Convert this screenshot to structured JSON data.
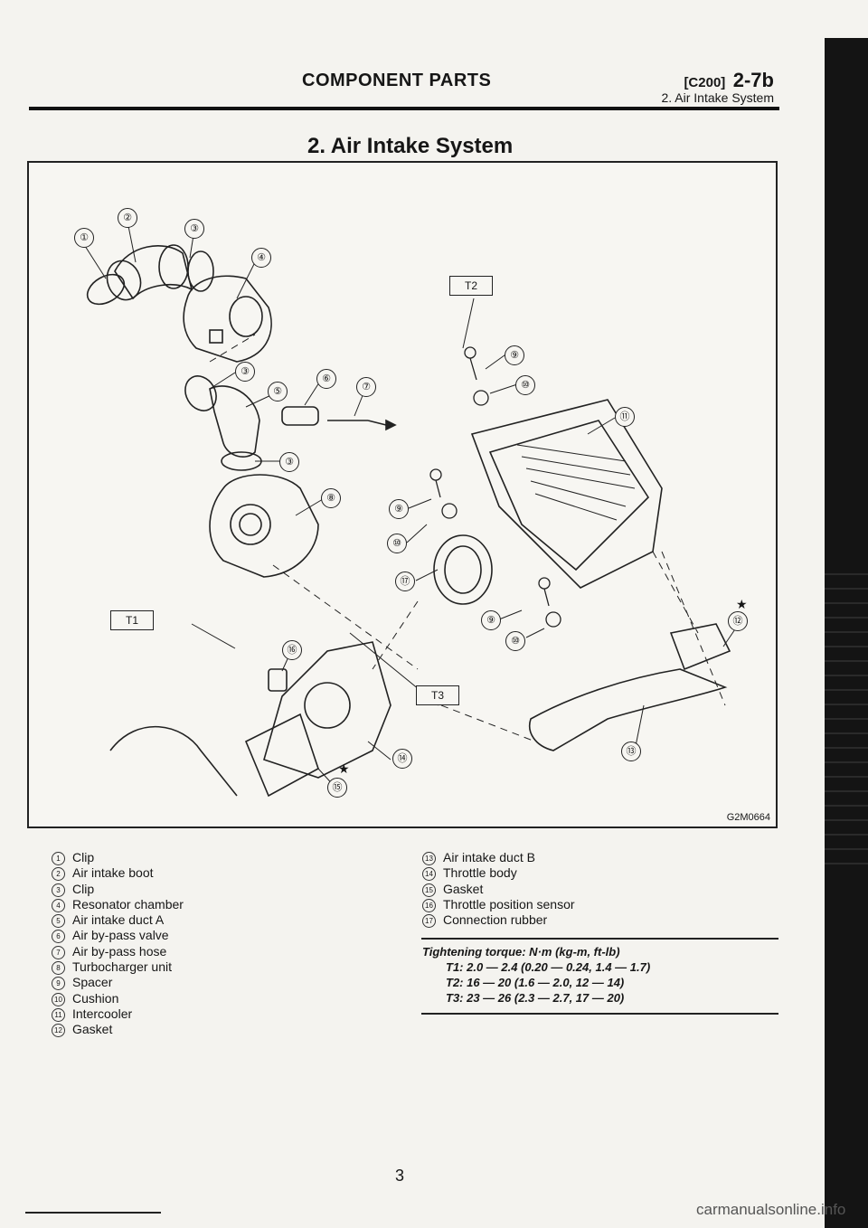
{
  "header": {
    "title": "COMPONENT PARTS",
    "section_code": "[C200]",
    "page_ref": "2-7b",
    "subtitle": "2. Air Intake System"
  },
  "main_title": "2. Air Intake System",
  "figure": {
    "code": "G2M0664",
    "tags": [
      "T1",
      "T2",
      "T3"
    ],
    "callouts": [
      "①",
      "②",
      "③",
      "③",
      "③",
      "④",
      "⑤",
      "⑥",
      "⑦",
      "⑧",
      "⑨",
      "⑩",
      "⑨",
      "⑩",
      "⑨",
      "⑩",
      "⑪",
      "⑫",
      "⑬",
      "⑭",
      "⑮",
      "⑯",
      "⑰"
    ],
    "star": "★"
  },
  "parts_left": [
    {
      "num": "1",
      "label": "Clip"
    },
    {
      "num": "2",
      "label": "Air intake boot"
    },
    {
      "num": "3",
      "label": "Clip"
    },
    {
      "num": "4",
      "label": "Resonator chamber"
    },
    {
      "num": "5",
      "label": "Air intake duct A"
    },
    {
      "num": "6",
      "label": "Air by-pass valve"
    },
    {
      "num": "7",
      "label": "Air by-pass hose"
    },
    {
      "num": "8",
      "label": "Turbocharger unit"
    },
    {
      "num": "9",
      "label": "Spacer"
    },
    {
      "num": "10",
      "label": "Cushion"
    },
    {
      "num": "11",
      "label": "Intercooler"
    },
    {
      "num": "12",
      "label": "Gasket"
    }
  ],
  "parts_right": [
    {
      "num": "13",
      "label": "Air intake duct B"
    },
    {
      "num": "14",
      "label": "Throttle body"
    },
    {
      "num": "15",
      "label": "Gasket"
    },
    {
      "num": "16",
      "label": "Throttle position sensor"
    },
    {
      "num": "17",
      "label": "Connection rubber"
    }
  ],
  "torque": {
    "title": "Tightening torque: N·m (kg-m, ft-lb)",
    "lines": [
      "T1:  2.0 — 2.4 (0.20 — 0.24, 1.4 — 1.7)",
      "T2:  16 — 20 (1.6 — 2.0, 12 — 14)",
      "T3:  23 — 26 (2.3 — 2.7, 17 — 20)"
    ]
  },
  "page_number": "3",
  "watermark": "carmanualsonline.info"
}
